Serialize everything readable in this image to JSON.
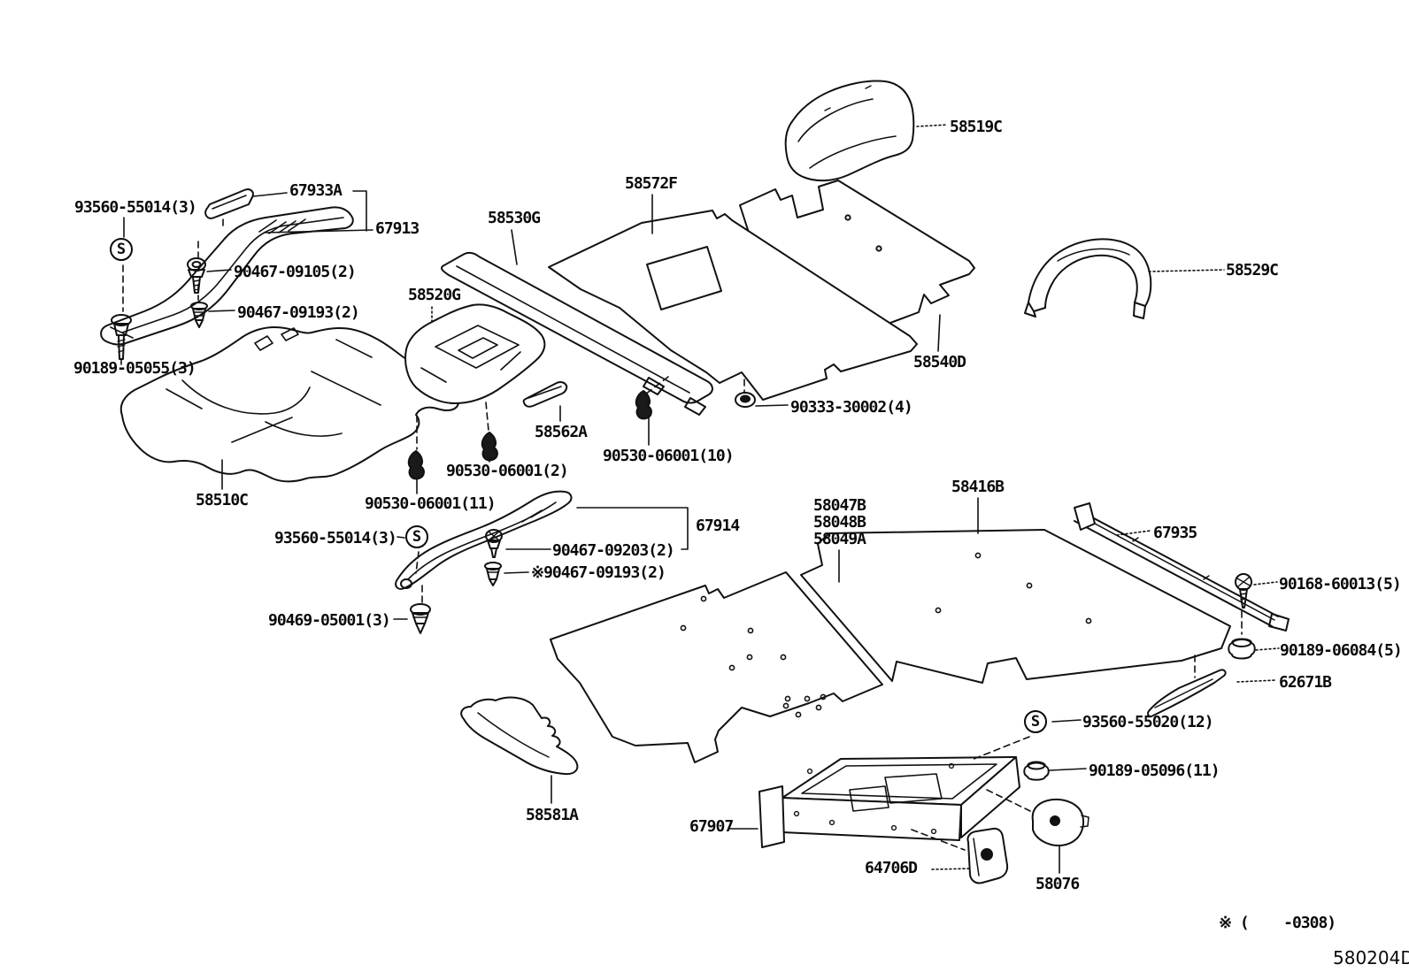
{
  "page": {
    "background": "#ffffff",
    "line_color": "#111111"
  },
  "diagram": {
    "title_code": "580204D",
    "applicability_note": "※ (    -0308)",
    "s_marker": "S"
  },
  "part_labels": [
    {
      "id": "93560-55014-front",
      "text": "93560-55014(3)"
    },
    {
      "id": "67933A",
      "text": "67933A"
    },
    {
      "id": "67913",
      "text": "67913"
    },
    {
      "id": "90467-09105",
      "text": "90467-09105(2)"
    },
    {
      "id": "90467-09193-front",
      "text": "90467-09193(2)"
    },
    {
      "id": "90189-05055",
      "text": "90189-05055(3)"
    },
    {
      "id": "58530G",
      "text": "58530G"
    },
    {
      "id": "58520G",
      "text": "58520G"
    },
    {
      "id": "58572F",
      "text": "58572F"
    },
    {
      "id": "58519C",
      "text": "58519C"
    },
    {
      "id": "58529C",
      "text": "58529C"
    },
    {
      "id": "58540D",
      "text": "58540D"
    },
    {
      "id": "90333-30002",
      "text": "90333-30002(4)"
    },
    {
      "id": "90530-06001-10",
      "text": "90530-06001(10)"
    },
    {
      "id": "58562A",
      "text": "58562A"
    },
    {
      "id": "90530-06001-2",
      "text": "90530-06001(2)"
    },
    {
      "id": "58510C",
      "text": "58510C"
    },
    {
      "id": "90530-06001-11",
      "text": "90530-06001(11)"
    },
    {
      "id": "93560-55014-rear",
      "text": "93560-55014(3)"
    },
    {
      "id": "67914",
      "text": "67914"
    },
    {
      "id": "90467-09203",
      "text": "90467-09203(2)"
    },
    {
      "id": "90467-09193-rear",
      "text": "※90467-09193(2)"
    },
    {
      "id": "90469-05001",
      "text": "90469-05001(3)"
    },
    {
      "id": "58047B",
      "text": "58047B"
    },
    {
      "id": "58048B",
      "text": "58048B"
    },
    {
      "id": "58049A",
      "text": "58049A"
    },
    {
      "id": "58416B",
      "text": "58416B"
    },
    {
      "id": "67935",
      "text": "67935"
    },
    {
      "id": "90168-60013",
      "text": "90168-60013(5)"
    },
    {
      "id": "90189-06084",
      "text": "90189-06084(5)"
    },
    {
      "id": "62671B",
      "text": "62671B"
    },
    {
      "id": "93560-55020",
      "text": "93560-55020(12)"
    },
    {
      "id": "90189-05096",
      "text": "90189-05096(11)"
    },
    {
      "id": "58581A",
      "text": "58581A"
    },
    {
      "id": "67907",
      "text": "67907"
    },
    {
      "id": "64706D",
      "text": "64706D"
    },
    {
      "id": "58076",
      "text": "58076"
    }
  ]
}
